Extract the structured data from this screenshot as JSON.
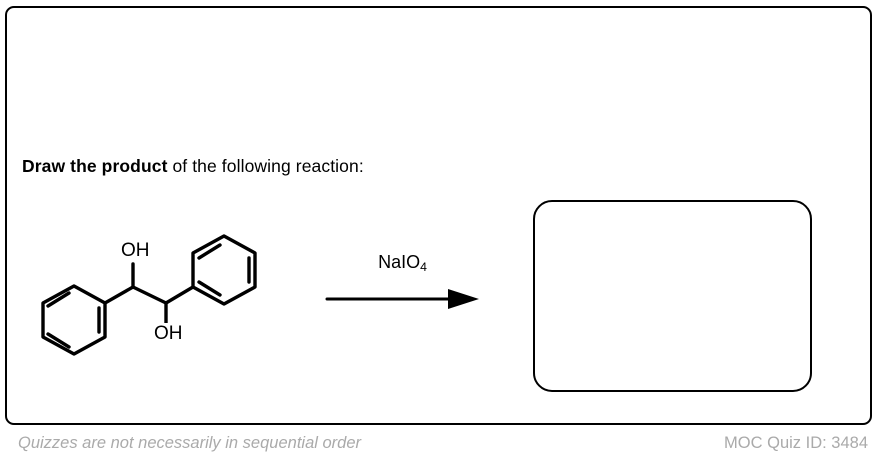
{
  "card": {
    "border_color": "#000000",
    "background": "#ffffff"
  },
  "question": {
    "bold_text": "Draw the product",
    "normal_text": " of the following reaction:"
  },
  "reaction": {
    "starting_material": {
      "name": "hydrobenzoin",
      "iupac_name": "1,2-diphenyl-1,2-ethanediol",
      "atom_labels": [
        {
          "id": "oh-top",
          "text": "OH"
        },
        {
          "id": "oh-bottom",
          "text": "OH"
        }
      ],
      "rings": [
        {
          "id": "phenyl-left",
          "label": "benzene-ring"
        },
        {
          "id": "phenyl-right",
          "label": "benzene-ring"
        }
      ]
    },
    "reagent": {
      "formula_main": "NaIO",
      "formula_subscript": "4",
      "name": "sodium periodate"
    },
    "arrow": {
      "direction": "right",
      "type": "reaction-arrow"
    },
    "product": {
      "answer_box_empty": true
    }
  },
  "footer": {
    "note": "Quizzes are not necessarily in sequential order",
    "quiz_id": "MOC Quiz ID: 3484",
    "text_color": "#aaaaaa"
  }
}
